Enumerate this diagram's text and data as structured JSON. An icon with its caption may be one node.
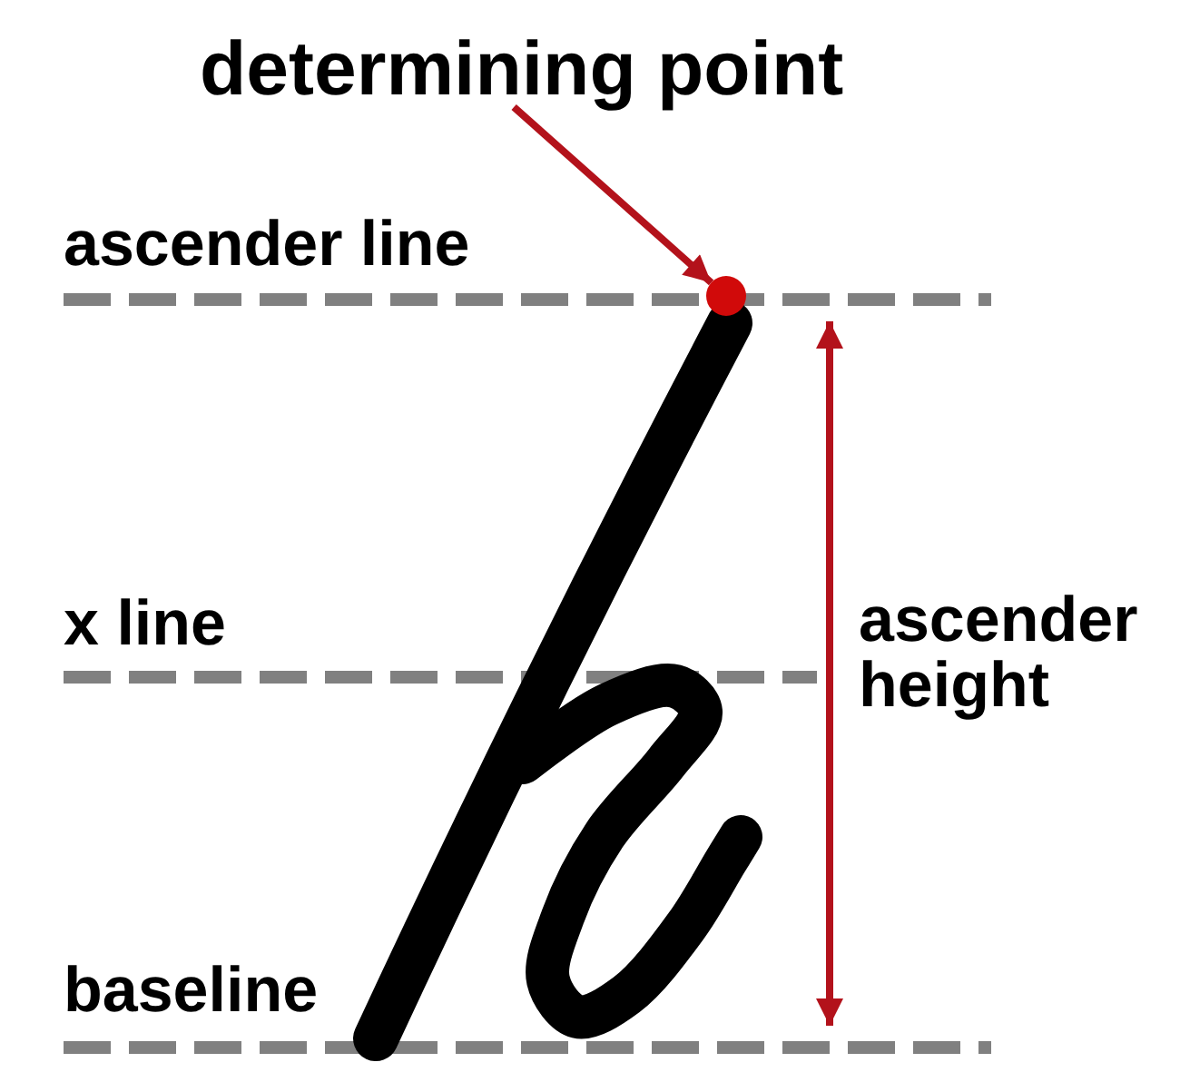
{
  "diagram": {
    "nodes": [
      {
        "text": [
          "determining point"
        ]
      },
      {
        "text": [],
        "shape": "circle"
      }
    ],
    "edges": [
      {
        "from": 0,
        "to": 1,
        "arrow": "to"
      }
    ],
    "labels": [
      "ascender line",
      "x line",
      "ascender height",
      "baseline"
    ]
  }
}
